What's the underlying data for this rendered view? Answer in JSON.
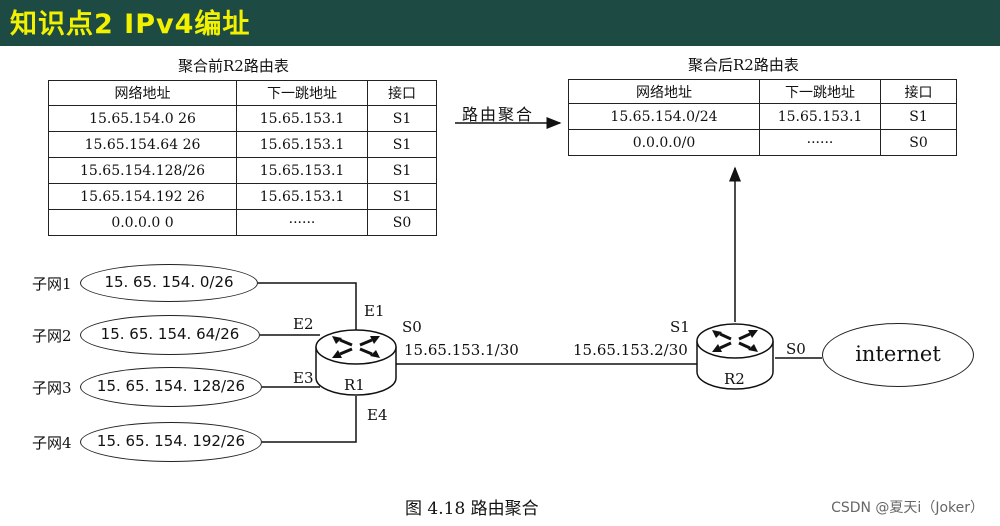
{
  "title": "知识点2 IPv4编址",
  "before": {
    "caption": "聚合前R2路由表",
    "headers": [
      "网络地址",
      "下一跳地址",
      "接口"
    ],
    "rows": [
      [
        "15.65.154.0 26",
        "15.65.153.1",
        "S1"
      ],
      [
        "15.65.154.64 26",
        "15.65.153.1",
        "S1"
      ],
      [
        "15.65.154.128/26",
        "15.65.153.1",
        "S1"
      ],
      [
        "15.65.154.192 26",
        "15.65.153.1",
        "S1"
      ],
      [
        "0.0.0.0 0",
        "······",
        "S0"
      ]
    ]
  },
  "after": {
    "caption": "聚合后R2路由表",
    "headers": [
      "网络地址",
      "下一跳地址",
      "接口"
    ],
    "rows": [
      [
        "15.65.154.0/24",
        "15.65.153.1",
        "S1"
      ],
      [
        "0.0.0.0/0",
        "······",
        "S0"
      ]
    ]
  },
  "arrow_label": "路由聚合",
  "subnets": [
    {
      "label": "子网1",
      "addr": "15. 65. 154. 0/26",
      "port": "E1"
    },
    {
      "label": "子网2",
      "addr": "15. 65. 154. 64/26",
      "port": "E2"
    },
    {
      "label": "子网3",
      "addr": "15. 65. 154. 128/26",
      "port": "E3"
    },
    {
      "label": "子网4",
      "addr": "15. 65. 154. 192/26",
      "port": "E4"
    }
  ],
  "r1": {
    "name": "R1",
    "port": "S0",
    "ip": "15.65.153.1/30"
  },
  "r2": {
    "name": "R2",
    "in_port": "S1",
    "in_ip": "15.65.153.2/30",
    "out_port": "S0"
  },
  "internet": "internet",
  "figure_caption": "图 4.18    路由聚合",
  "watermark": "CSDN @夏天i（Joker）"
}
